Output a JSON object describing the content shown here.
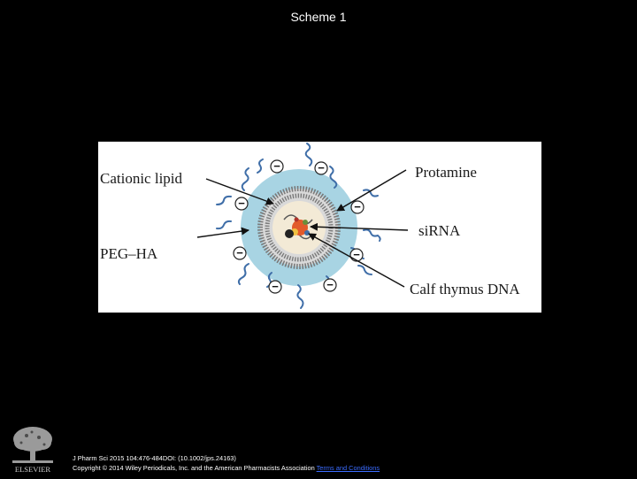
{
  "slide": {
    "title": "Scheme 1"
  },
  "figure": {
    "labels": {
      "cationic_lipid": "Cationic lipid",
      "peg_ha": "PEG–HA",
      "protamine": "Protamine",
      "sirna": "siRNA",
      "calf_thymus_dna": "Calf thymus DNA"
    },
    "charge_symbol": "−",
    "colors": {
      "outer_shell": "#a8d4e3",
      "lipid_heads": "#7a7a7a",
      "core": "#f3ead6",
      "peg_chains": "#3f6ea8",
      "sirna_core": "#e25a2a"
    }
  },
  "footer": {
    "citation": "J Pharm Sci 2015 104:476-484DOI: (10.1002/jps.24163)",
    "copyright": "Copyright © 2014 Wiley Periodicals, Inc. and the American Pharmacists Association",
    "link": "Terms and Conditions"
  },
  "logo": {
    "wordmark": "ELSEVIER"
  }
}
